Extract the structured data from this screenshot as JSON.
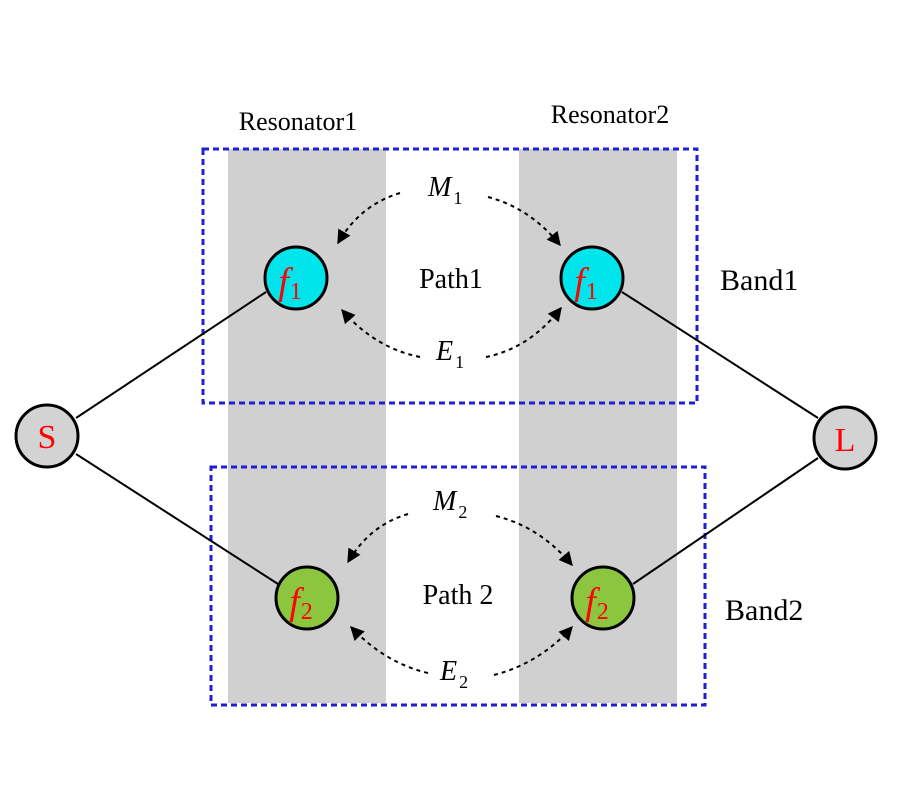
{
  "diagram": {
    "type": "coupling-topology",
    "columns": [
      {
        "id": "resonator1",
        "label": "Resonator1"
      },
      {
        "id": "resonator2",
        "label": "Resonator2"
      }
    ],
    "bands": [
      {
        "id": "band1",
        "label": "Band1",
        "path_label": "Path1",
        "magnetic_coupling": {
          "symbol": "M",
          "subscript": "1"
        },
        "electric_coupling": {
          "symbol": "E",
          "subscript": "1"
        },
        "resonator_symbol": "f",
        "resonator_subscript": "1",
        "node_color": "#00e5ec"
      },
      {
        "id": "band2",
        "label": "Band2",
        "path_label": "Path 2",
        "magnetic_coupling": {
          "symbol": "M",
          "subscript": "2"
        },
        "electric_coupling": {
          "symbol": "E",
          "subscript": "2"
        },
        "resonator_symbol": "f",
        "resonator_subscript": "2",
        "node_color": "#8cc63e"
      }
    ],
    "source": {
      "label": "S"
    },
    "load": {
      "label": "L"
    },
    "colors": {
      "port_fill": "#d3d3d3",
      "resonator_column": "#d0d0d0",
      "band_box_border": "#1f1fd6",
      "node_text": "#ff0000",
      "line": "#000000"
    }
  }
}
